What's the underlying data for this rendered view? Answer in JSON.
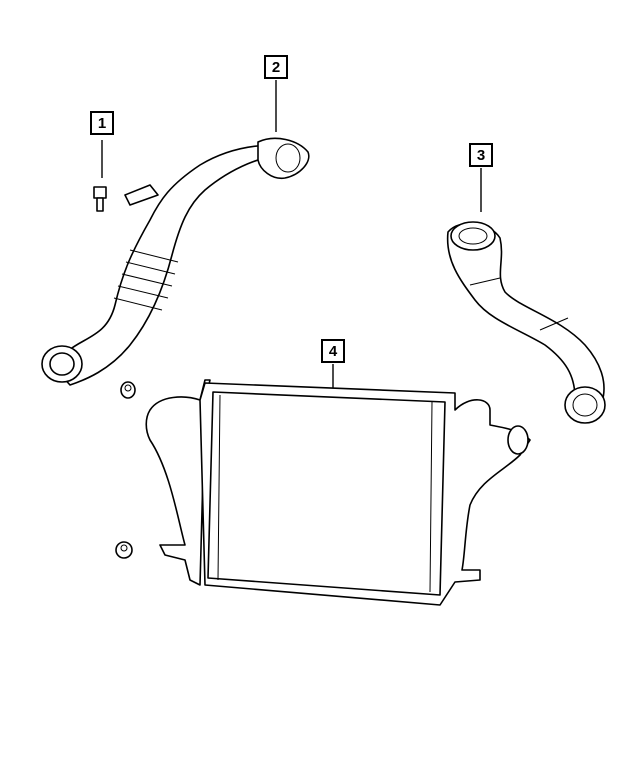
{
  "callouts": [
    {
      "id": "1",
      "label": "1"
    },
    {
      "id": "2",
      "label": "2"
    },
    {
      "id": "3",
      "label": "3"
    },
    {
      "id": "4",
      "label": "4"
    }
  ],
  "colors": {
    "line": "#000000",
    "fill": "#ffffff"
  }
}
